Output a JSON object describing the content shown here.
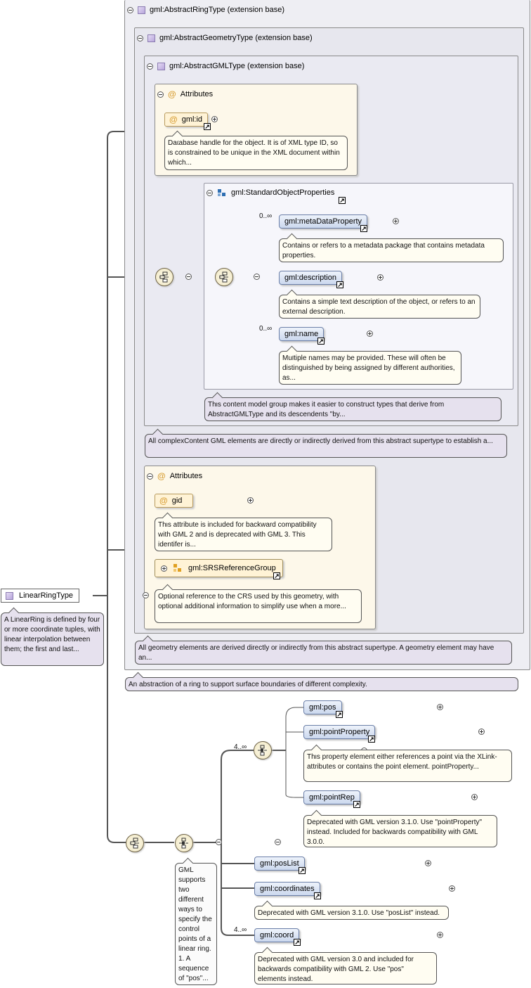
{
  "root": {
    "name": "LinearRingType",
    "note": "A LinearRing is defined by four or more coordinate tuples, with linear interpolation between them; the first and last..."
  },
  "ext1": {
    "title": "gml:AbstractRingType (extension base)",
    "note": "An abstraction of a ring to support surface boundaries of different complexity."
  },
  "ext2": {
    "title": "gml:AbstractGeometryType (extension base)",
    "note": "All geometry elements are derived directly or indirectly from this abstract supertype. A geometry element may have an..."
  },
  "ext3": {
    "title": "gml:AbstractGMLType (extension base)",
    "note": "All complexContent GML elements are directly or indirectly derived from this abstract supertype to establish a..."
  },
  "attrs1": {
    "title": "Attributes",
    "id_name": "gml:id",
    "id_note": "Database handle for the object. It is of XML type ID, so is constrained to be unique in the XML document within which..."
  },
  "std": {
    "title": "gml:StandardObjectProperties",
    "meta": "gml:metaDataProperty",
    "meta_card": "0..∞",
    "meta_note": "Contains or refers to a metadata package that contains metadata properties.",
    "desc": "gml:description",
    "desc_note": "Contains a simple text description of the object, or refers to an external description.",
    "name": "gml:name",
    "name_card": "0..∞",
    "name_note": "Multiple names may be provided. These will often be distinguished by being assigned by different authorities, as...",
    "group_note": "This content model group makes it easier to construct types that derive from AbstractGMLType and its descendents \"by..."
  },
  "attrs2": {
    "title": "Attributes",
    "gid_name": "gid",
    "gid_note": "This attribute is included for backward compatibility with GML 2 and is deprecated with GML 3. This identifer is...",
    "srs_name": "gml:SRSReferenceGroup",
    "srs_note": "Optional reference to the CRS used by this geometry, with optional additional information to simplify use when a more..."
  },
  "content": {
    "choice_card": "4..∞",
    "pos": "gml:pos",
    "pointProperty": "gml:pointProperty",
    "pointProperty_note": "This property element either references a point via the XLink-attributes or contains the point element. pointProperty...",
    "pointRep": "gml:pointRep",
    "pointRep_note": "Deprecated with GML version 3.1.0. Use \"pointProperty\" instead. Included for backwards compatibility with GML 3.0.0.",
    "posList": "gml:posList",
    "coordinates": "gml:coordinates",
    "coordinates_note": "Deprecated with GML version 3.1.0. Use \"posList\" instead.",
    "coord": "gml:coord",
    "coord_card": "4..∞",
    "coord_note": "Deprecated with GML version 3.0 and included for backwards compatibility with GML 2. Use \"pos\" elements instead.",
    "choice_note": "GML supports two different ways to specify the control points of a linear ring. 1. A sequence of \"pos\"..."
  }
}
